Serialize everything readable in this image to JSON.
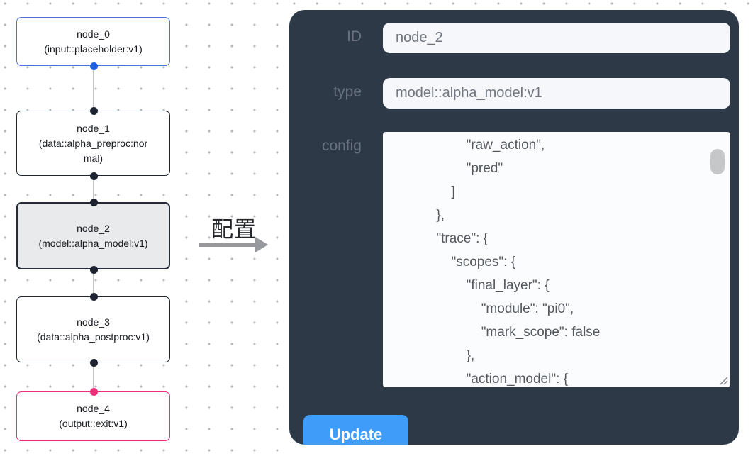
{
  "flowchart": {
    "nodes": [
      {
        "id": "node_0",
        "title": "node_0",
        "subtitle": "(input::placeholder:v1)",
        "variant": "input",
        "border_color": "#4a73d8"
      },
      {
        "id": "node_1",
        "title": "node_1",
        "subtitle": "(data::alpha_preproc:normal)",
        "variant": "default",
        "border_color": "#202633"
      },
      {
        "id": "node_2",
        "title": "node_2",
        "subtitle": "(model::alpha_model:v1)",
        "variant": "selected",
        "border_color": "#242a38"
      },
      {
        "id": "node_3",
        "title": "node_3",
        "subtitle": "(data::alpha_postproc:v1)",
        "variant": "default",
        "border_color": "#202633"
      },
      {
        "id": "node_4",
        "title": "node_4",
        "subtitle": "(output::exit:v1)",
        "variant": "output",
        "border_color": "#ed2e78"
      }
    ],
    "handle_colors": {
      "input": "#1f5fe0",
      "default": "#1d2330",
      "output": "#ed2e78"
    }
  },
  "transition": {
    "label": "配置"
  },
  "panel": {
    "background": "#2e3948",
    "fields": [
      {
        "label": "ID",
        "value": "node_2"
      },
      {
        "label": "type",
        "value": "model::alpha_model:v1"
      },
      {
        "label": "config",
        "value": "                    \"raw_action\",\n                    \"pred\"\n                ]\n            },\n            \"trace\": {\n                \"scopes\": {\n                    \"final_layer\": {\n                        \"module\": \"pi0\",\n                        \"mark_scope\": false\n                    },\n                    \"action_model\": {"
      }
    ],
    "update_label": "Update",
    "update_color": "#3f9cf8"
  }
}
